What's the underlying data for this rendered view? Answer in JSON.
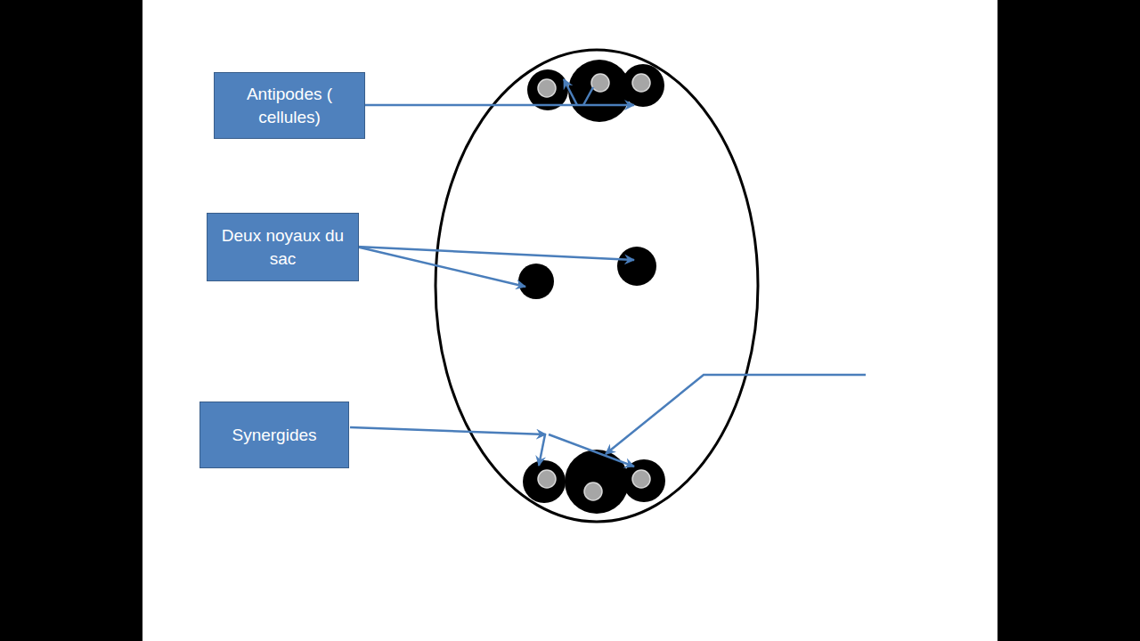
{
  "diagram": {
    "nodes": [
      {
        "text": [
          "Antipodes ( cellules)"
        ]
      },
      {
        "text": [
          "Deux noyaux du sac"
        ]
      },
      {
        "text": [
          "Synergides"
        ]
      }
    ]
  }
}
